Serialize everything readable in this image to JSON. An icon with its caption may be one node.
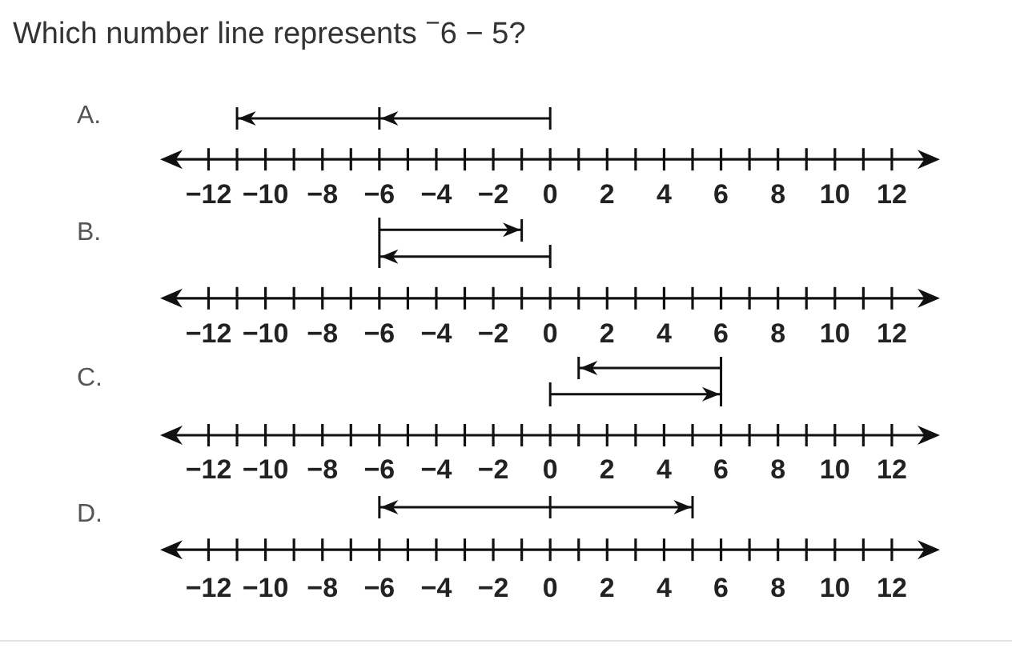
{
  "diagram": {
    "title": "Which number line represents $^{−}$6 − 5?",
    "labels": [
      "A.",
      "−12",
      "−10",
      "−8",
      "−6",
      "−4",
      "−2",
      "0",
      "2",
      "4",
      "6",
      "8",
      "10",
      "12",
      "B.",
      "−12",
      "−10",
      "−8",
      "−6",
      "−4",
      "−2",
      "0",
      "2",
      "4",
      "6",
      "8",
      "10",
      "12",
      "C.",
      "−12",
      "−10",
      "−8",
      "−6",
      "−4",
      "−2",
      "0",
      "2",
      "4",
      "6",
      "8",
      "10",
      "12",
      "D.",
      "−12",
      "−10",
      "−8",
      "−6",
      "−4",
      "−2",
      "0",
      "2",
      "4",
      "6",
      "8",
      "10",
      "12"
    ]
  }
}
